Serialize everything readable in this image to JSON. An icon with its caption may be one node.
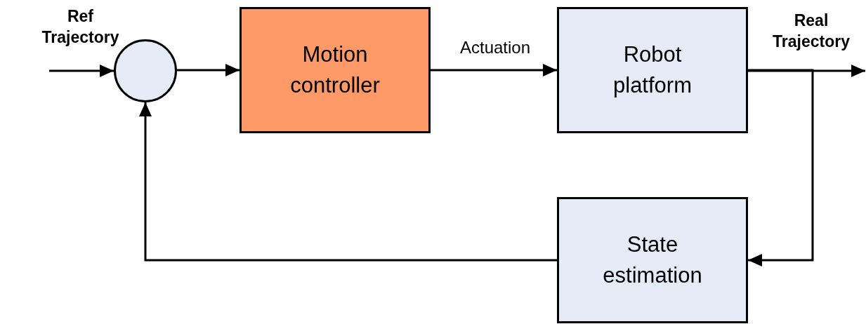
{
  "diagram": {
    "nodes": [
      {
        "text": [],
        "shape": "circle"
      },
      {
        "text": [
          "Motion controller"
        ]
      },
      {
        "text": [
          "Robot platform"
        ]
      },
      {
        "text": [
          "State estimation"
        ]
      }
    ],
    "edges": [
      {
        "from": null,
        "to": 0,
        "arrow": "to",
        "label": "Ref Trajectory"
      },
      {
        "from": 0,
        "to": 1,
        "arrow": "to"
      },
      {
        "from": 1,
        "to": 2,
        "arrow": "to",
        "label": "Actuation"
      },
      {
        "from": 2,
        "to": null,
        "arrow": "to",
        "label": "Real Trajectory"
      },
      {
        "from": 2,
        "to": 3,
        "arrow": "to"
      },
      {
        "from": 3,
        "to": 0,
        "arrow": "to"
      }
    ]
  }
}
